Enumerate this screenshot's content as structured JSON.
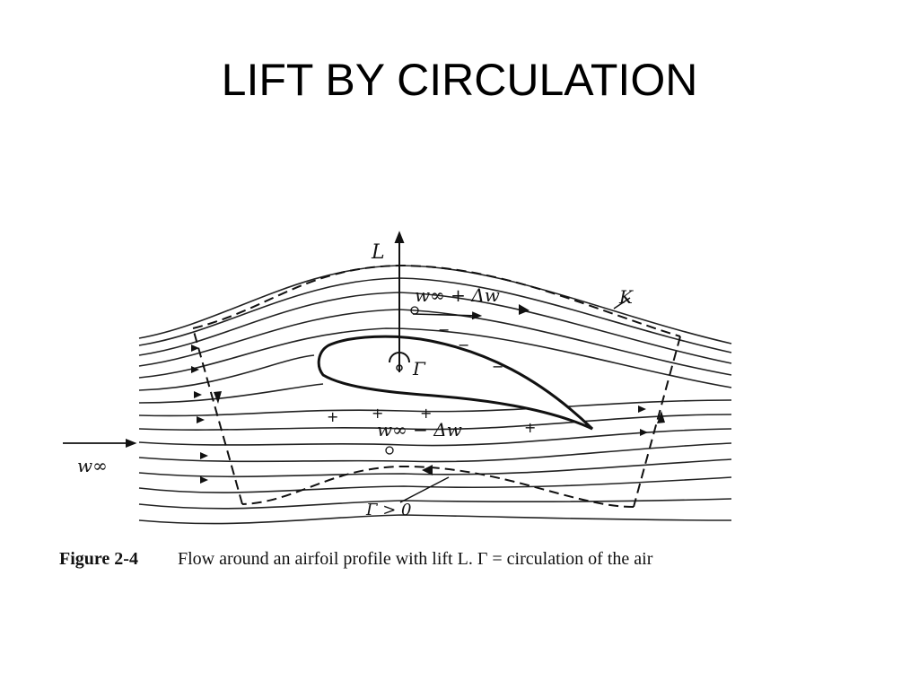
{
  "slide": {
    "title": "LIFT BY CIRCULATION"
  },
  "figure": {
    "labels": {
      "lift": "L",
      "upper_velocity": "w∞ + Δw",
      "lower_velocity": "w∞ − Δw",
      "freestream": "w∞",
      "circulation": "Γ",
      "circulation_condition": "Γ > 0",
      "contour": "K"
    },
    "signs": {
      "plus": "+",
      "minus": "−"
    },
    "caption": {
      "number": "Figure 2-4",
      "text": "Flow around an airfoil profile with lift L.  Γ = circulation of the air"
    }
  }
}
